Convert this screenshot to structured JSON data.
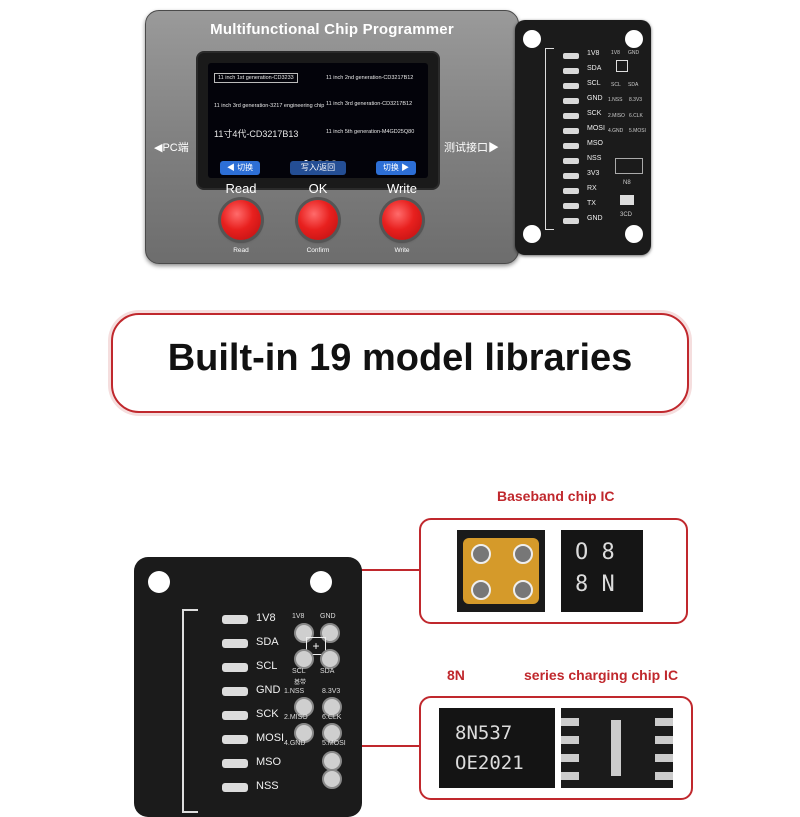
{
  "device": {
    "title": "Multifunctional Chip Programmer",
    "screen": {
      "item1": "11 inch 1st generation-CD3233",
      "item2": "11 inch 2nd generation-CD3217B12",
      "item3": "11 inch 3rd generation-3217 engineering chip",
      "item4": "11 inch 3rd generation-CD3217B12",
      "item5": "11寸4代-CD3217B13",
      "item6": "11 inch 5th generation-M4GD25Q80",
      "btn_left": "◀ 切换",
      "btn_center": "写入/返回",
      "btn_right": "切换 ▶"
    },
    "left_label": "◀PC端",
    "right_label": "测试接口▶",
    "buttons": [
      {
        "label": "Read",
        "sub": "Read"
      },
      {
        "label": "OK",
        "sub": "Confirm"
      },
      {
        "label": "Write",
        "sub": "Write"
      }
    ]
  },
  "board_top": {
    "pins": [
      "1V8",
      "SDA",
      "SCL",
      "GND",
      "SCK",
      "MOSI",
      "MSO",
      "NSS",
      "3V3",
      "RX",
      "TX",
      "GND"
    ],
    "header": {
      "l1": "1V8",
      "r1": "GND",
      "l2": "SCL",
      "r2": "SDA",
      "l3": "1.NSS",
      "r3": "8.3V3",
      "l4": "2.MISO",
      "r4": "6.CLK",
      "l5": "4.GND",
      "r5": "5.MOSI"
    },
    "n8_label": "N8",
    "cd_label": "3CD"
  },
  "banner": {
    "text": "Built-in 19 model libraries"
  },
  "board_bottom": {
    "pins": [
      "1V8",
      "SDA",
      "SCL",
      "GND",
      "SCK",
      "MOSI",
      "MSO",
      "NSS"
    ],
    "header": {
      "l1": "1V8",
      "r1": "GND",
      "l2": "SCL",
      "r2": "SDA",
      "sub": "基带",
      "l3": "1.NSS",
      "r3": "8.3V3",
      "l4": "2.MISO",
      "r4": "6.CLK",
      "l5": "4.GND",
      "r5": "5.MOSI"
    }
  },
  "callouts": {
    "baseband": {
      "title": "Baseband chip IC",
      "chip_line1": "O 8",
      "chip_line2": "8 N"
    },
    "charging": {
      "title_left": "8N",
      "title_right": "series charging chip IC",
      "chip_line1": "8N537",
      "chip_line2": "OE2021"
    }
  }
}
